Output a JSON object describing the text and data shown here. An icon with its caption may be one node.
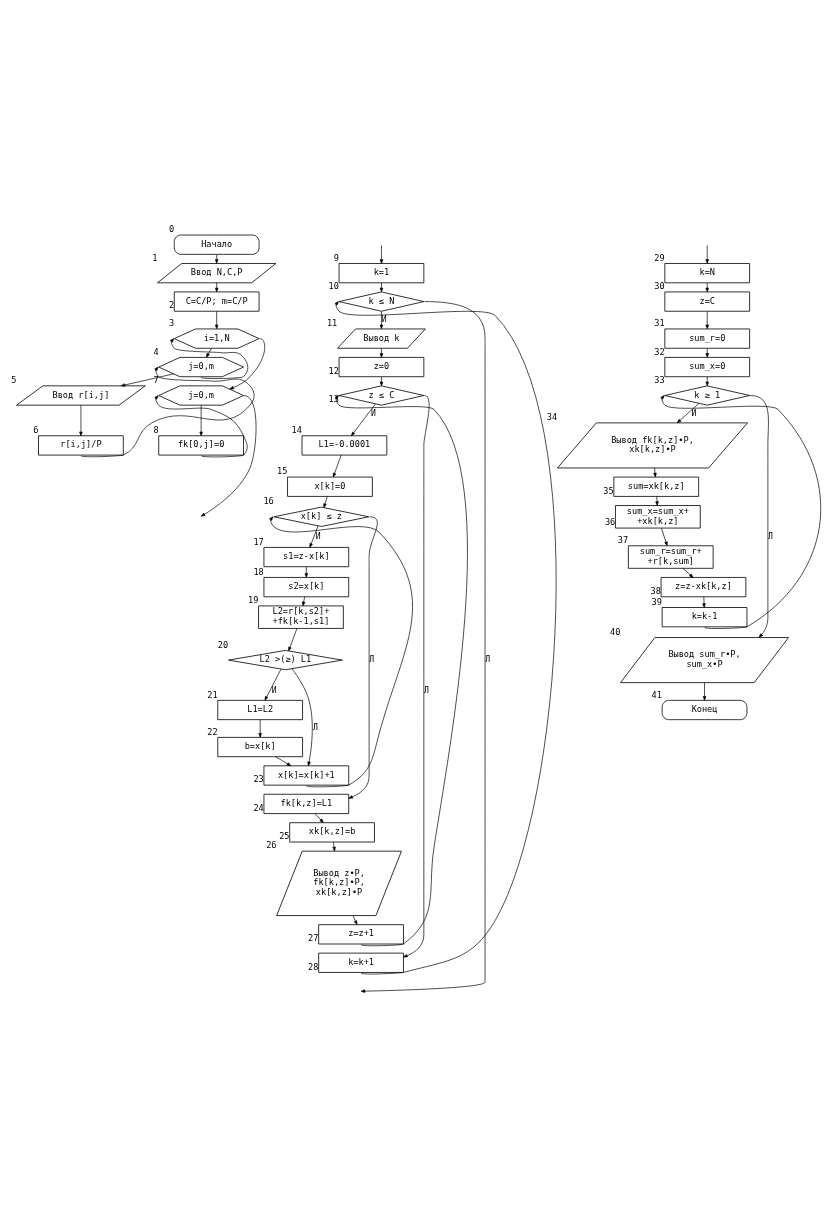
{
  "diagram": {
    "nodes": [
      {
        "text": [
          "Начало"
        ],
        "beside": [
          "0"
        ]
      },
      {
        "text": [
          "Ввод N,C,P"
        ],
        "beside": [
          "1"
        ]
      },
      {
        "text": [
          "C=C/P; m=C/P"
        ],
        "beside": [
          "2"
        ]
      },
      {
        "text": [
          "i=1,N"
        ],
        "beside": [
          "3"
        ]
      },
      {
        "text": [
          "j=0,m"
        ],
        "beside": [
          "4"
        ]
      },
      {
        "text": [
          "Ввод r[i,j]"
        ],
        "beside": [
          "5"
        ]
      },
      {
        "text": [
          "r[i,j]/P"
        ],
        "beside": [
          "6"
        ]
      },
      {
        "text": [
          "j=0,m"
        ],
        "beside": [
          "7"
        ]
      },
      {
        "text": [
          "fk[0,j]=0"
        ],
        "beside": [
          "8"
        ]
      },
      {
        "text": [
          "k=1"
        ],
        "beside": [
          "9"
        ]
      },
      {
        "text": [
          "k ≤ N"
        ],
        "beside": [
          "10"
        ]
      },
      {
        "text": [
          "Вывод k"
        ],
        "beside": [
          "11"
        ]
      },
      {
        "text": [
          "z=0"
        ],
        "beside": [
          "12"
        ]
      },
      {
        "text": [
          "z ≤ C"
        ],
        "beside": [
          "13"
        ]
      },
      {
        "text": [
          "L1=-0.0001"
        ],
        "beside": [
          "14"
        ]
      },
      {
        "text": [
          "x[k]=0"
        ],
        "beside": [
          "15"
        ]
      },
      {
        "text": [
          "x[k] ≤ z"
        ],
        "beside": [
          "16"
        ]
      },
      {
        "text": [
          "s1=z-x[k]"
        ],
        "beside": [
          "17"
        ]
      },
      {
        "text": [
          "s2=x[k]"
        ],
        "beside": [
          "18"
        ]
      },
      {
        "text": [
          "L2=r[k,s2]+ +fk[k-1,s1]"
        ],
        "beside": [
          "19"
        ]
      },
      {
        "text": [
          "L2 >(≥) L1"
        ],
        "beside": [
          "20"
        ]
      },
      {
        "text": [
          "L1=L2"
        ],
        "beside": [
          "21"
        ]
      },
      {
        "text": [
          "b=x[k]"
        ],
        "beside": [
          "22"
        ]
      },
      {
        "text": [
          "x[k]=x[k]+1"
        ],
        "beside": [
          "23"
        ]
      },
      {
        "text": [
          "fk[k,z]=L1"
        ],
        "beside": [
          "24"
        ]
      },
      {
        "text": [
          "xk[k,z]=b"
        ],
        "beside": [
          "25"
        ]
      },
      {
        "text": [
          "Вывод z•P, fk[k,z]•P, xk[k,z]•P"
        ],
        "beside": [
          "26"
        ]
      },
      {
        "text": [
          "z=z+1"
        ],
        "beside": [
          "27"
        ]
      },
      {
        "text": [
          "k=k+1"
        ],
        "beside": [
          "28"
        ]
      },
      {
        "text": [
          "k=N"
        ],
        "beside": [
          "29"
        ]
      },
      {
        "text": [
          "z=C"
        ],
        "beside": [
          "30"
        ]
      },
      {
        "text": [
          "sum_r=0"
        ],
        "beside": [
          "31"
        ]
      },
      {
        "text": [
          "sum_x=0"
        ],
        "beside": [
          "32"
        ]
      },
      {
        "text": [
          "k ≥ 1"
        ],
        "beside": [
          "33"
        ]
      },
      {
        "text": [
          "Вывод fk[k,z]•P, xk[k,z]•P"
        ],
        "beside": [
          "34"
        ]
      },
      {
        "text": [
          "sum=xk[k,z]"
        ],
        "beside": [
          "35"
        ]
      },
      {
        "text": [
          "sum_x=sum_x+ +xk[k,z]"
        ],
        "beside": [
          "36"
        ]
      },
      {
        "text": [
          "sum_r=sum_r+ +r[k,sum]"
        ],
        "beside": [
          "37"
        ]
      },
      {
        "text": [
          "z=z-xk[k,z]"
        ],
        "beside": [
          "38"
        ]
      },
      {
        "text": [
          "k=k-1"
        ],
        "beside": [
          "39"
        ]
      },
      {
        "text": [
          "Вывод sum_r•P, sum_x•P"
        ],
        "beside": [
          "40"
        ]
      },
      {
        "text": [
          "Конец"
        ],
        "beside": [
          "41"
        ]
      }
    ],
    "edges": [
      {
        "from": 0,
        "to": 1,
        "arrow": "to"
      },
      {
        "from": 1,
        "to": 2,
        "arrow": "to"
      },
      {
        "from": 2,
        "to": 3,
        "arrow": "to"
      },
      {
        "from": 3,
        "to": 4,
        "arrow": "to"
      },
      {
        "from": 4,
        "to": 5,
        "arrow": "to"
      },
      {
        "from": 5,
        "to": 6,
        "arrow": "to"
      },
      {
        "from": 6,
        "to": 4,
        "arrow": "to"
      },
      {
        "from": 4,
        "to": 3,
        "arrow": "to"
      },
      {
        "from": 3,
        "to": 7,
        "arrow": "to"
      },
      {
        "from": 7,
        "to": 8,
        "arrow": "to"
      },
      {
        "from": 8,
        "to": 7,
        "arrow": "to"
      },
      {
        "from": 7,
        "to": null,
        "arrow": "to"
      },
      {
        "from": null,
        "to": 9,
        "arrow": "to"
      },
      {
        "from": 9,
        "to": 10,
        "arrow": "to"
      },
      {
        "from": 10,
        "to": 11,
        "arrow": "to",
        "label": "И"
      },
      {
        "from": 11,
        "to": 12,
        "arrow": "to"
      },
      {
        "from": 12,
        "to": 13,
        "arrow": "to"
      },
      {
        "from": 13,
        "to": 14,
        "arrow": "to",
        "label": "И"
      },
      {
        "from": 14,
        "to": 15,
        "arrow": "to"
      },
      {
        "from": 15,
        "to": 16,
        "arrow": "to"
      },
      {
        "from": 16,
        "to": 17,
        "arrow": "to",
        "label": "И"
      },
      {
        "from": 17,
        "to": 18,
        "arrow": "to"
      },
      {
        "from": 18,
        "to": 19,
        "arrow": "to"
      },
      {
        "from": 19,
        "to": 20,
        "arrow": "to"
      },
      {
        "from": 20,
        "to": 21,
        "arrow": "to",
        "label": "И"
      },
      {
        "from": 21,
        "to": 22,
        "arrow": "to"
      },
      {
        "from": 22,
        "to": 23,
        "arrow": "to"
      },
      {
        "from": 20,
        "to": 23,
        "arrow": "to",
        "label": "Л"
      },
      {
        "from": 23,
        "to": 16,
        "arrow": "to"
      },
      {
        "from": 16,
        "to": 24,
        "arrow": "to",
        "label": "Л"
      },
      {
        "from": 24,
        "to": 25,
        "arrow": "to"
      },
      {
        "from": 25,
        "to": 26,
        "arrow": "to"
      },
      {
        "from": 26,
        "to": 27,
        "arrow": "to"
      },
      {
        "from": 27,
        "to": 13,
        "arrow": "to"
      },
      {
        "from": 13,
        "to": 28,
        "arrow": "to",
        "label": "Л"
      },
      {
        "from": 28,
        "to": 10,
        "arrow": "to"
      },
      {
        "from": 10,
        "to": null,
        "arrow": "to",
        "label": "Л"
      },
      {
        "from": null,
        "to": 29,
        "arrow": "to"
      },
      {
        "from": 29,
        "to": 30,
        "arrow": "to"
      },
      {
        "from": 30,
        "to": 31,
        "arrow": "to"
      },
      {
        "from": 31,
        "to": 32,
        "arrow": "to"
      },
      {
        "from": 32,
        "to": 33,
        "arrow": "to"
      },
      {
        "from": 33,
        "to": 34,
        "arrow": "to",
        "label": "И"
      },
      {
        "from": 34,
        "to": 35,
        "arrow": "to"
      },
      {
        "from": 35,
        "to": 36,
        "arrow": "to"
      },
      {
        "from": 36,
        "to": 37,
        "arrow": "to"
      },
      {
        "from": 37,
        "to": 38,
        "arrow": "to"
      },
      {
        "from": 38,
        "to": 39,
        "arrow": "to"
      },
      {
        "from": 39,
        "to": 33,
        "arrow": "to"
      },
      {
        "from": 33,
        "to": 40,
        "arrow": "to",
        "label": "Л"
      },
      {
        "from": 40,
        "to": 41,
        "arrow": "to"
      }
    ]
  }
}
